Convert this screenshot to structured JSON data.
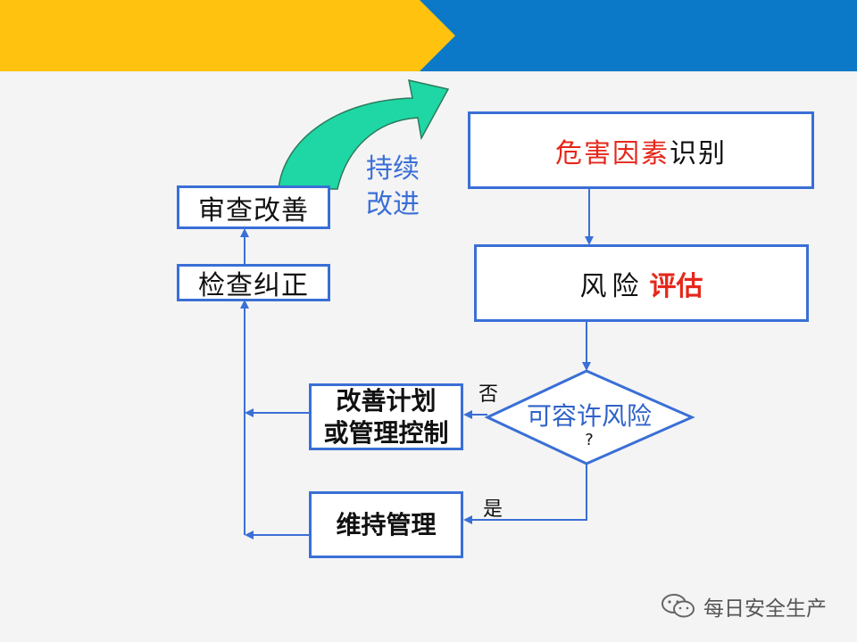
{
  "colors": {
    "yellow": "#ffc20e",
    "blue": "#0b78c8",
    "box_border": "#3a6fd6",
    "arrow": "#3a6fd6",
    "red_text": "#e5271b",
    "green_arrow": "#1ed7a4"
  },
  "nodes": {
    "hazard": {
      "part1": "危害因素",
      "part2": "识别"
    },
    "risk": {
      "part1": "风险",
      "part2": "评估"
    },
    "decision": {
      "line1": "可容许风险",
      "line2": "?"
    },
    "improve_plan": {
      "line1": "改善计划",
      "line2": "或管理控制"
    },
    "maintain": {
      "text": "维持管理"
    },
    "check": {
      "text": "检查纠正"
    },
    "review": {
      "text": "审查改善"
    }
  },
  "labels": {
    "no": "否",
    "yes": "是",
    "continuous_line1": "持续",
    "continuous_line2": "改进"
  },
  "watermark": {
    "icon": "wechat-icon",
    "text": "每日安全生产"
  }
}
